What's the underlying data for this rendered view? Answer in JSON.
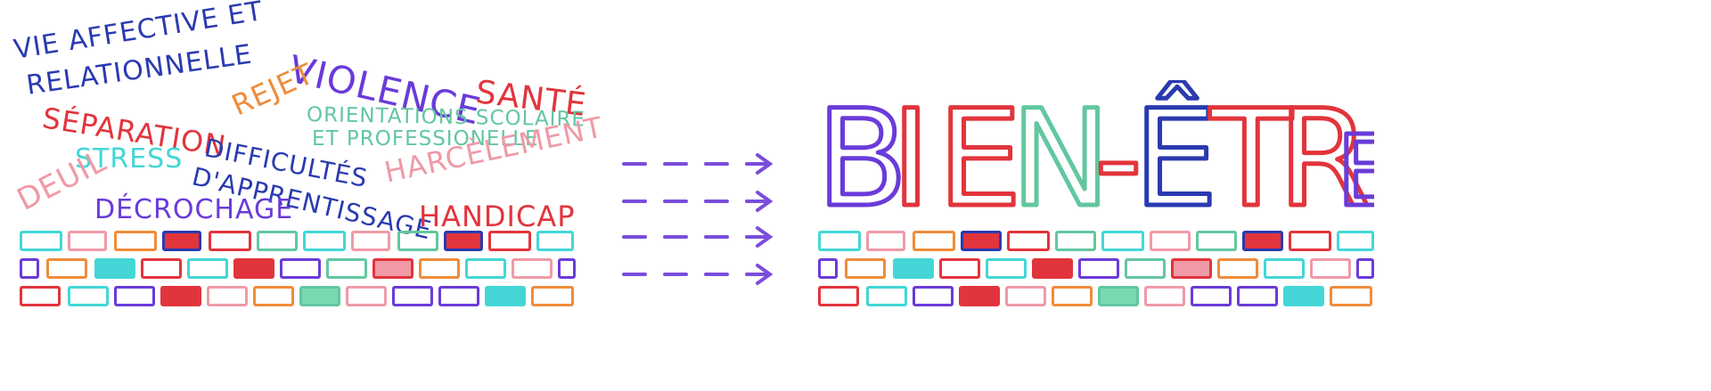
{
  "colors": {
    "blue": "#2a3ab0",
    "violet": "#6a3bd9",
    "red": "#e2343c",
    "orange": "#ef8c3a",
    "green": "#62c7a0",
    "cyan": "#44d6d6",
    "pink": "#ef9aa6",
    "arrow": "#7a4ddc"
  },
  "words": {
    "vie_affective_1": "VIE AFFECTIVE ET",
    "vie_affective_2": "RELATIONNELLE",
    "violence": "VIOLENCE",
    "sante": "SANTÉ",
    "separation": "SÉPARATION",
    "rejet": "REJET",
    "orientations_1": "ORIENTATIONS SCOLAIRE",
    "orientations_2": "ET PROFESSIONELLE",
    "stress": "STRESS",
    "difficultes_1": "DIFFICULTÉS",
    "difficultes_2": "D'APPRENTISSAGE",
    "harcelement": "HARCÈLEMENT",
    "deuil": "DEUIL",
    "decrochage": "DÉCROCHAGE",
    "handicap": "HANDICAP"
  },
  "title": {
    "letters": [
      "B",
      "I",
      "E",
      "N",
      "-",
      "Ê",
      "T",
      "R",
      "E"
    ]
  },
  "arrows": {
    "count": 4,
    "style": "dashed-arrow-right"
  }
}
